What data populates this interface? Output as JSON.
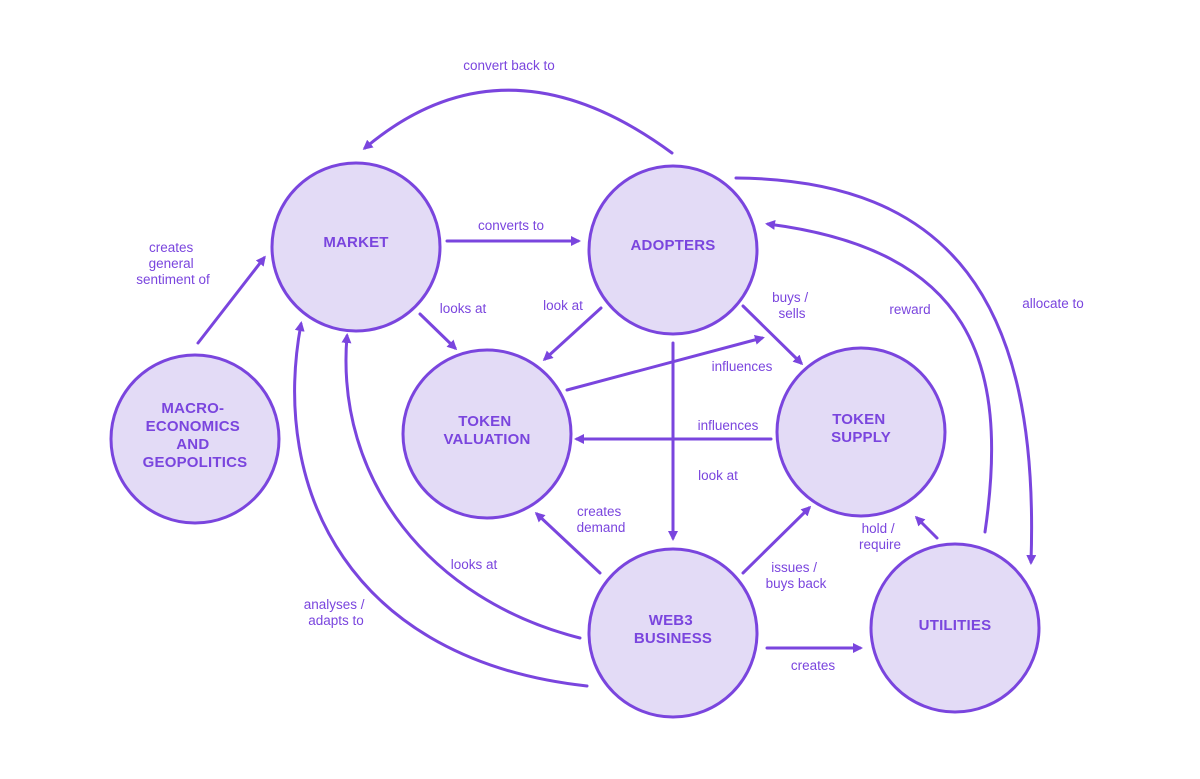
{
  "colors": {
    "accent": "#7a45de",
    "node_fill": "#e3dbf6",
    "background": "#ffffff"
  },
  "nodes": {
    "market": [
      "MARKET"
    ],
    "adopters": [
      "ADOPTERS"
    ],
    "macro": [
      "MACRO-",
      "ECONOMICS",
      "AND",
      "GEOPOLITICS"
    ],
    "valuation": [
      "TOKEN",
      "VALUATION"
    ],
    "supply": [
      "TOKEN",
      "SUPPLY"
    ],
    "web3": [
      "WEB3",
      "BUSINESS"
    ],
    "utilities": [
      "UTILITIES"
    ]
  },
  "edges": {
    "convert_back_to": [
      "convert back to"
    ],
    "converts_to": [
      "converts to"
    ],
    "creates_sentiment": [
      "creates",
      "general",
      "sentiment of"
    ],
    "market_looks_at": [
      "looks at"
    ],
    "adopters_look_at": [
      "look at"
    ],
    "buys_sells": [
      "buys /",
      "sells"
    ],
    "reward": [
      "reward"
    ],
    "allocate_to": [
      "allocate to"
    ],
    "influences_up": [
      "influences"
    ],
    "influences_left": [
      "influences"
    ],
    "adopters_look_at_web3": [
      "look at"
    ],
    "creates_demand": [
      "creates",
      "demand"
    ],
    "web3_looks_at_market": [
      "looks at"
    ],
    "analyses_adapts": [
      "analyses /",
      "adapts to"
    ],
    "issues_buys_back": [
      "issues /",
      "buys back"
    ],
    "hold_require": [
      "hold /",
      "require"
    ],
    "creates_utilities": [
      "creates"
    ]
  }
}
